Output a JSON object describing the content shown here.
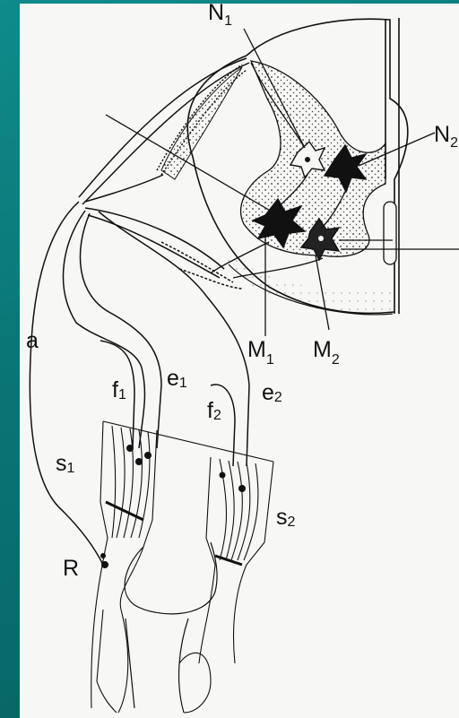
{
  "colors": {
    "background": "#0a7a7a",
    "paper": "#f7f7f5",
    "ink": "#111111"
  },
  "labels": {
    "n1": {
      "main": "N",
      "sub": "1"
    },
    "n2": {
      "main": "N",
      "sub": "2"
    },
    "m1": {
      "main": "M",
      "sub": "1"
    },
    "m2": {
      "main": "M",
      "sub": "2"
    },
    "a": {
      "main": "a",
      "sub": ""
    },
    "f1": {
      "main": "f",
      "sub": "1"
    },
    "e1": {
      "main": "e",
      "sub": "1"
    },
    "f2": {
      "main": "f",
      "sub": "2"
    },
    "e2": {
      "main": "e",
      "sub": "2"
    },
    "s1": {
      "main": "s",
      "sub": "1"
    },
    "s2": {
      "main": "s",
      "sub": "2"
    },
    "r": {
      "main": "R",
      "sub": ""
    }
  }
}
